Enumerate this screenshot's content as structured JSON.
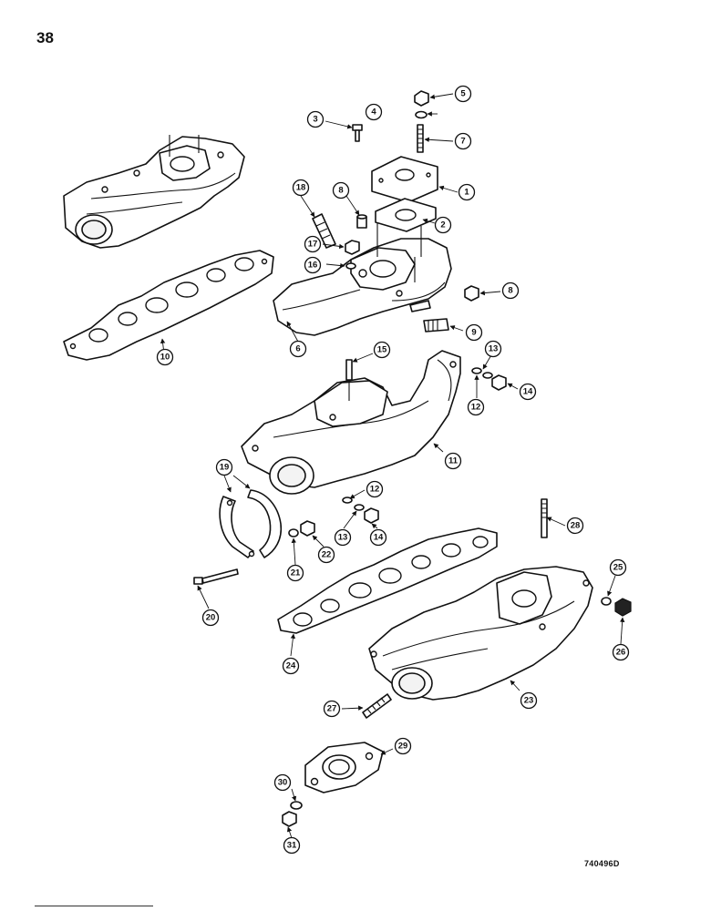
{
  "page": {
    "number": "38",
    "drawing_code": "740496D"
  },
  "callouts": [
    "1",
    "2",
    "3",
    "4",
    "5",
    "6",
    "7",
    "8",
    "8",
    "9",
    "10",
    "11",
    "12",
    "12",
    "13",
    "13",
    "14",
    "14",
    "15",
    "16",
    "17",
    "18",
    "19",
    "20",
    "21",
    "22",
    "23",
    "24",
    "25",
    "26",
    "27",
    "28",
    "29",
    "30",
    "31"
  ]
}
